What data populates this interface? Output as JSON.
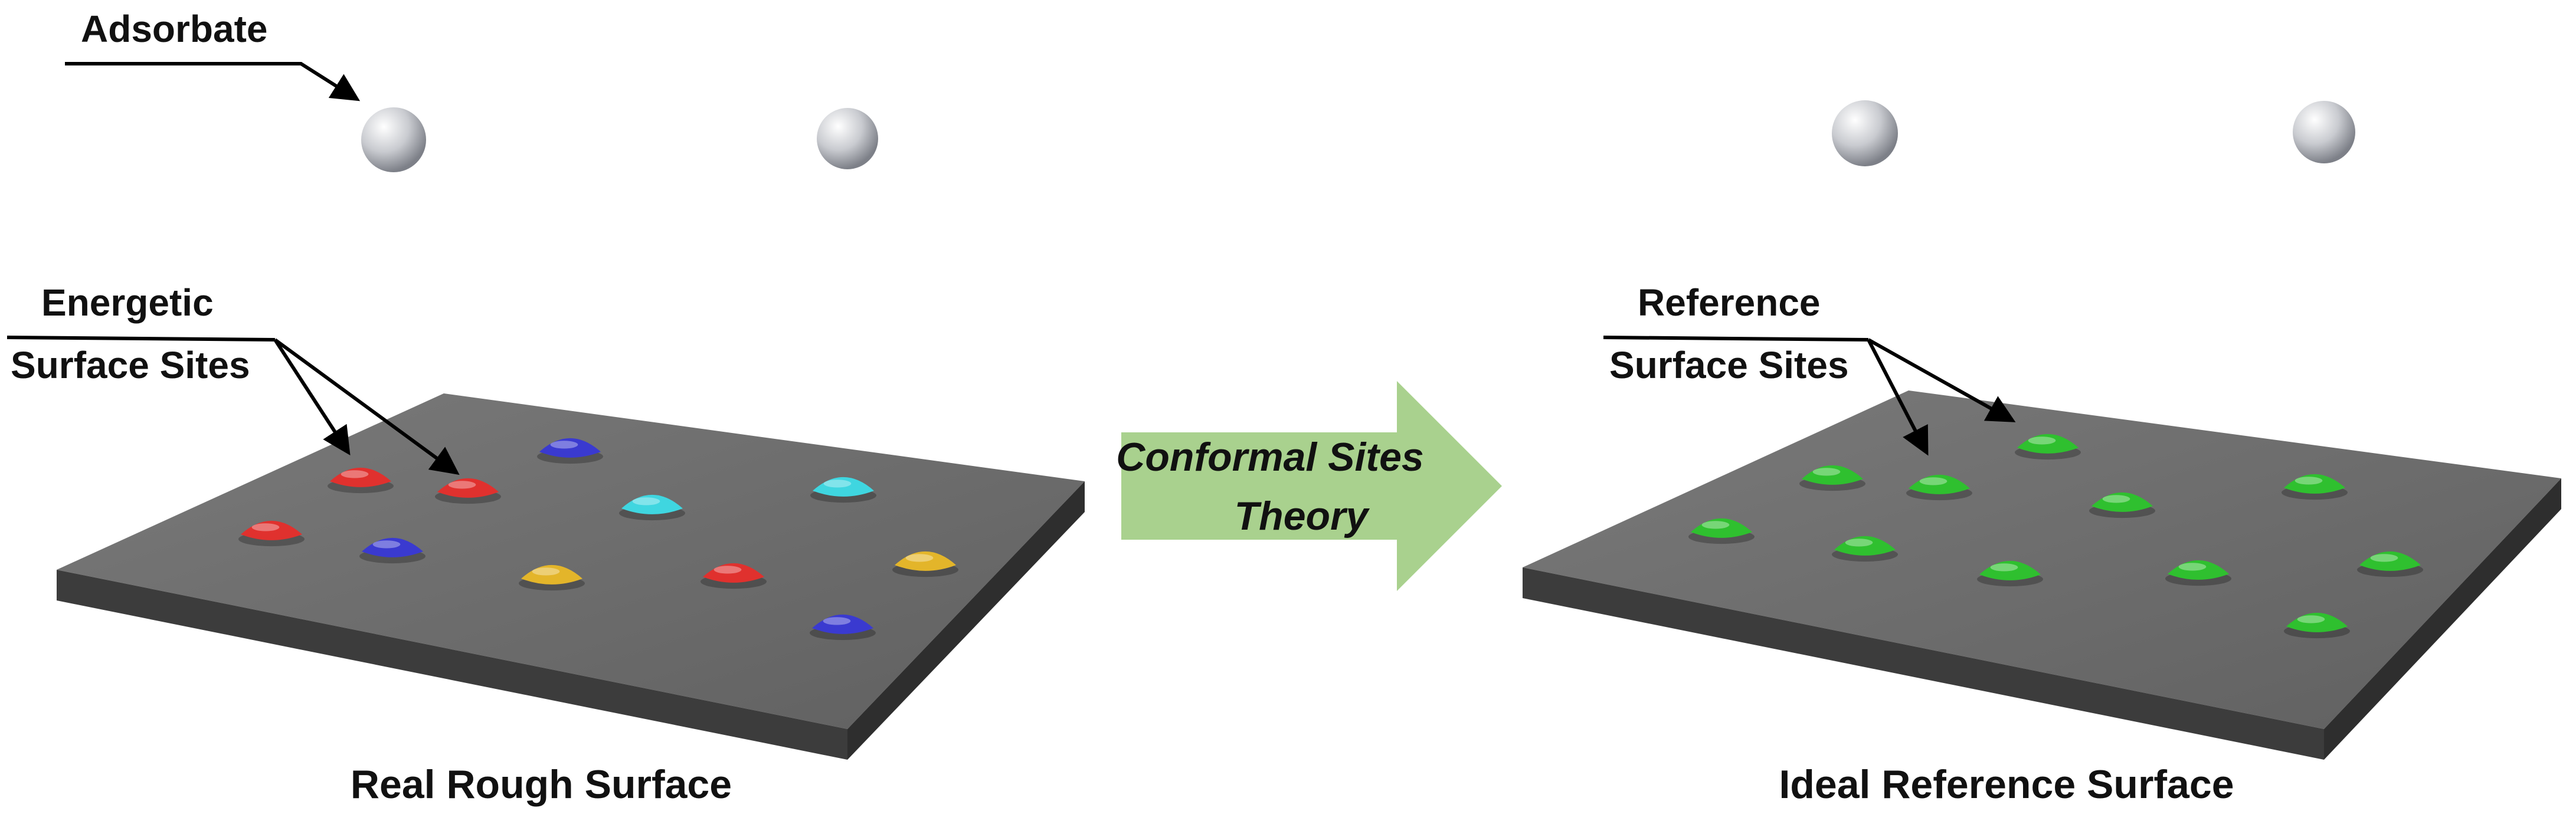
{
  "labels": {
    "adsorbate": "Adsorbate",
    "energetic_line1": "Energetic",
    "energetic_line2": "Surface Sites",
    "reference_line1": "Reference",
    "reference_line2": "Surface Sites",
    "arrow_line1": "Conformal Sites",
    "arrow_line2": "Theory",
    "left_caption": "Real Rough Surface",
    "right_caption": "Ideal Reference Surface"
  },
  "colors": {
    "slab_top": "#6e6e6e",
    "slab_side": "#3c3c3c",
    "arrow_fill": "#a9d18e",
    "adsorbate": "#c9cbd0",
    "site_red": "#e0312e",
    "site_blue": "#3a3ad0",
    "site_cyan": "#3fd6e0",
    "site_yellow": "#e3b52a",
    "site_green": "#2fc02f"
  },
  "energetic_site_colors": [
    "red",
    "blue",
    "red",
    "cyan",
    "red",
    "blue",
    "cyan",
    "yellow",
    "red",
    "yellow",
    "blue"
  ],
  "reference_site_color": "green"
}
